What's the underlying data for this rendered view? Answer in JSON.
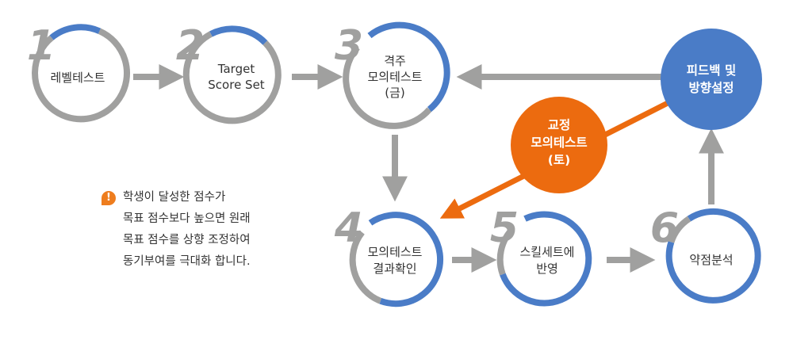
{
  "steps": [
    {
      "number": "1",
      "lines": [
        "레벨테스트"
      ]
    },
    {
      "number": "2",
      "lines": [
        "Target",
        "Score Set"
      ]
    },
    {
      "number": "3",
      "lines": [
        "격주",
        "모의테스트",
        "(금)"
      ]
    },
    {
      "number": "4",
      "lines": [
        "모의테스트",
        "결과확인"
      ]
    },
    {
      "number": "5",
      "lines": [
        "스킬세트에",
        "반영"
      ]
    },
    {
      "number": "6",
      "lines": [
        "약점분석"
      ]
    }
  ],
  "feedback": {
    "lines": [
      "피드백 및",
      "방향설정"
    ]
  },
  "correction": {
    "lines": [
      "교정",
      "모의테스트",
      "(토)"
    ]
  },
  "note": {
    "icon": "!",
    "lines": [
      "학생이 달성한 점수가",
      "목표 점수보다 높으면 원래",
      "목표 점수를 상향 조정하여",
      "동기부여를 극대화 합니다."
    ]
  },
  "colors": {
    "gray": "#a0a09f",
    "blue": "#4a7cc7",
    "orange": "#ec6b0f"
  }
}
